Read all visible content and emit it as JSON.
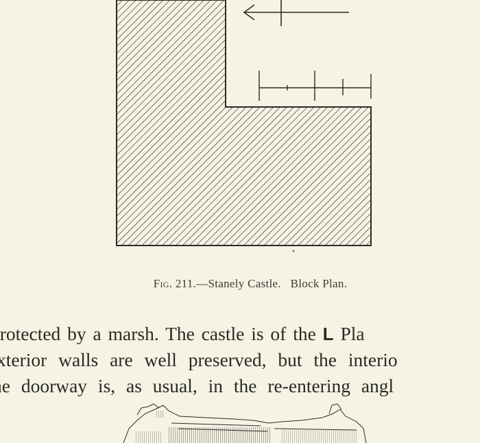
{
  "figure": {
    "label": "Fig. 211.",
    "caption": "—Stanely Castle.",
    "subcaption": "Block Plan.",
    "fill_pattern": "diagonal-hatch",
    "ink_color": "#2a2a26",
    "paper_color": "#f5f3e4"
  },
  "text": {
    "line1_start": "protected by a marsh.  The castle is of the ",
    "l_glyph": "L",
    "line1_end": " Pla",
    "line2": "xterior walls are well preserved, but the interio",
    "line3": "he doorway is, as usual, in the re-entering angl"
  },
  "illustration": {
    "subject": "castle-engraving-top"
  }
}
